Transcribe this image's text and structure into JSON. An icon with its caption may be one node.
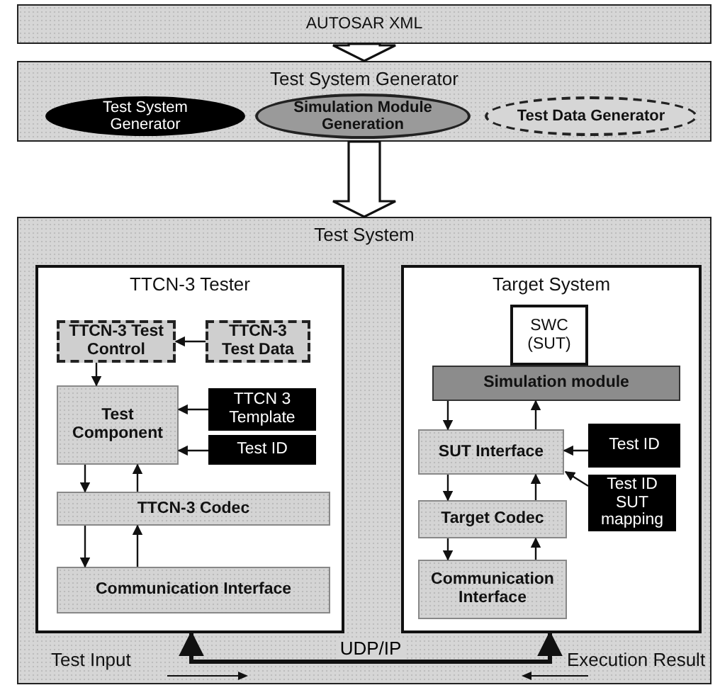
{
  "diagram": {
    "nodes": [
      {
        "text": [
          "AUTOSAR XML"
        ]
      },
      {
        "text": [
          "Test System Generator"
        ]
      },
      {
        "text": [
          "Test System Generator"
        ],
        "in": 1
      },
      {
        "text": [
          "Simulation Module Generation"
        ],
        "in": 1
      },
      {
        "text": [
          "Test Data Generator"
        ],
        "in": 1
      },
      {
        "text": [
          "Test System"
        ]
      },
      {
        "text": [
          "TTCN-3 Tester"
        ],
        "in": 5
      },
      {
        "text": [
          "TTCN-3 Test Control"
        ],
        "in": 6
      },
      {
        "text": [
          "TTCN-3 Test Data"
        ],
        "in": 6
      },
      {
        "text": [
          "Test Component"
        ],
        "in": 6
      },
      {
        "text": [
          "TTCN 3 Template"
        ],
        "in": 6
      },
      {
        "text": [
          "Test ID"
        ],
        "in": 6
      },
      {
        "text": [
          "TTCN-3 Codec"
        ],
        "in": 6
      },
      {
        "text": [
          "Communication Interface"
        ],
        "in": 6
      },
      {
        "text": [
          "Target System"
        ],
        "in": 5
      },
      {
        "text": [
          "SWC (SUT)"
        ],
        "in": 14
      },
      {
        "text": [
          "Simulation module"
        ],
        "in": 14
      },
      {
        "text": [
          "SUT Interface"
        ],
        "in": 14
      },
      {
        "text": [
          "Test ID"
        ],
        "in": 14
      },
      {
        "text": [
          "Test ID SUT mapping"
        ],
        "in": 14
      },
      {
        "text": [
          "Target Codec"
        ],
        "in": 14
      },
      {
        "text": [
          "Communication Interface"
        ],
        "in": 14
      }
    ],
    "edges": [
      {
        "from": 0,
        "to": 1,
        "arrow": "to",
        "style": "thick"
      },
      {
        "from": 1,
        "to": 5,
        "arrow": "to",
        "style": "thick"
      },
      {
        "from": 8,
        "to": 7,
        "arrow": "to"
      },
      {
        "from": 7,
        "to": 9,
        "arrow": "to"
      },
      {
        "from": 10,
        "to": 9,
        "arrow": "to"
      },
      {
        "from": 11,
        "to": 9,
        "arrow": "to"
      },
      {
        "from": 9,
        "to": 12,
        "arrow": "to"
      },
      {
        "from": 12,
        "to": 9,
        "arrow": "to"
      },
      {
        "from": 12,
        "to": 13,
        "arrow": "to"
      },
      {
        "from": 13,
        "to": 12,
        "arrow": "to"
      },
      {
        "from": 16,
        "to": 17,
        "arrow": "to"
      },
      {
        "from": 17,
        "to": 16,
        "arrow": "to"
      },
      {
        "from": 18,
        "to": 17,
        "arrow": "to"
      },
      {
        "from": 19,
        "to": 17,
        "arrow": "to"
      },
      {
        "from": 17,
        "to": 20,
        "arrow": "to"
      },
      {
        "from": 20,
        "to": 17,
        "arrow": "to"
      },
      {
        "from": 20,
        "to": 21,
        "arrow": "to"
      },
      {
        "from": 21,
        "to": 20,
        "arrow": "to"
      },
      {
        "from": 6,
        "to": 14,
        "arrow": "both",
        "label": "UDP/IP",
        "style": "thick"
      }
    ],
    "labels": [
      "Test Input",
      "Execution Result"
    ]
  }
}
